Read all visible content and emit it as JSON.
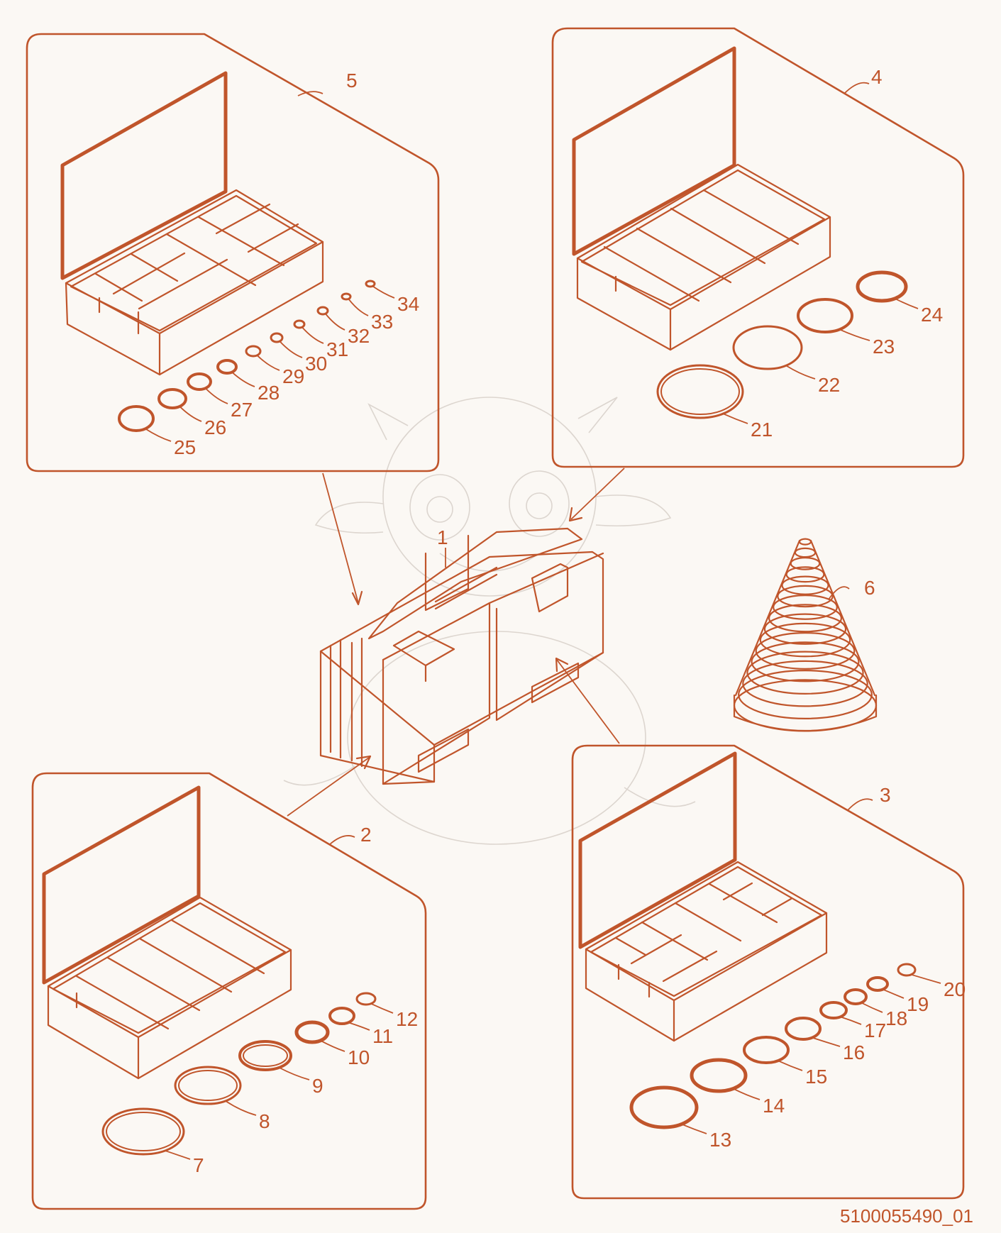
{
  "drawing_number": "5100055490_01",
  "colors": {
    "line": "#c0552b",
    "background": "#fbf8f4",
    "watermark": "#d9d2cb"
  },
  "callouts": {
    "case": "1",
    "kit_2": "2",
    "kit_3": "3",
    "kit_4": "4",
    "kit_5": "5",
    "sizing_cone": "6",
    "kit_2_rings": [
      "7",
      "8",
      "9",
      "10",
      "11",
      "12"
    ],
    "kit_3_rings": [
      "13",
      "14",
      "15",
      "16",
      "17",
      "18",
      "19",
      "20"
    ],
    "kit_4_rings": [
      "21",
      "22",
      "23",
      "24"
    ],
    "kit_5_rings": [
      "25",
      "26",
      "27",
      "28",
      "29",
      "30",
      "31",
      "32",
      "33",
      "34"
    ]
  }
}
